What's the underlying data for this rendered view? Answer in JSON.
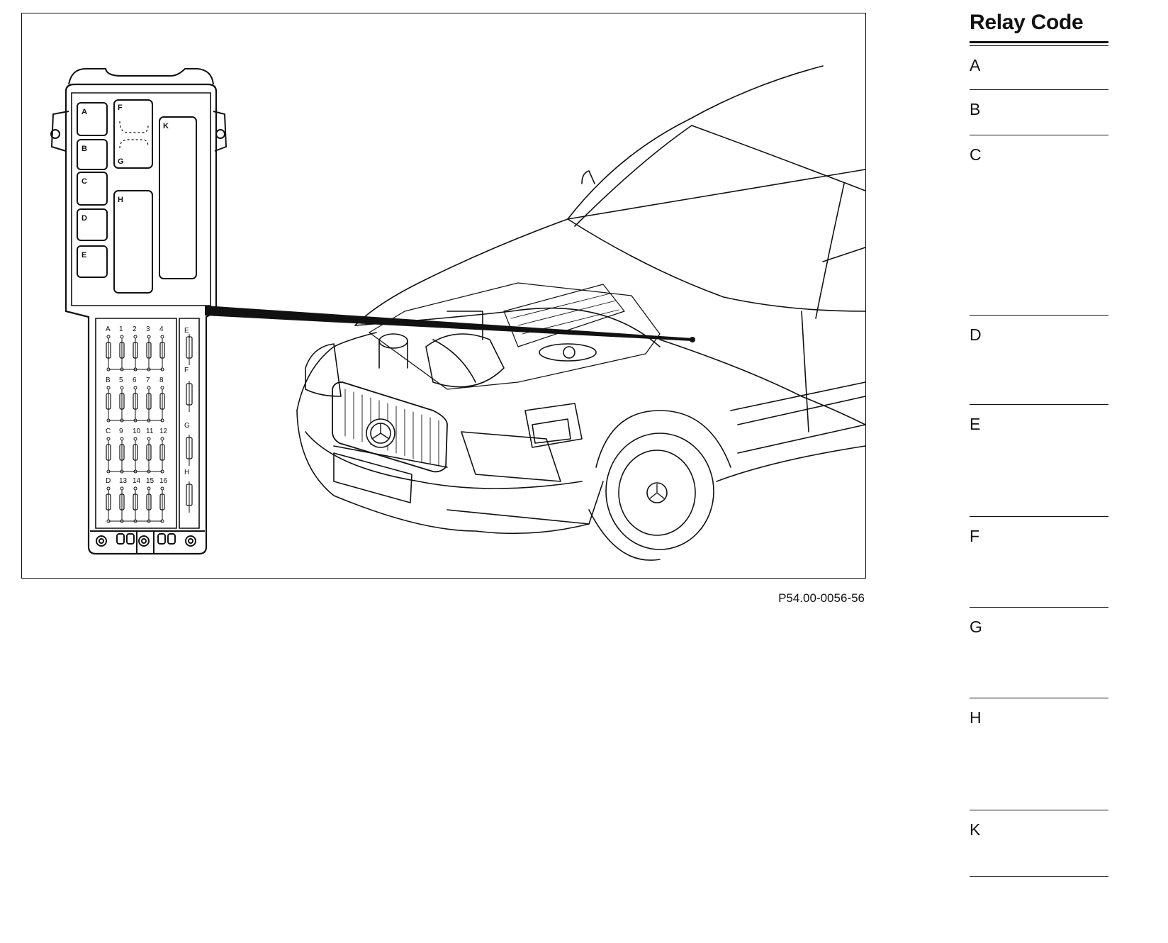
{
  "figure": {
    "caption_code": "P54.00-0056-56"
  },
  "fuse_box": {
    "relay_labels": [
      "A",
      "B",
      "C",
      "D",
      "E",
      "F",
      "G",
      "H",
      "K"
    ],
    "fuse_rows": [
      {
        "relay": "A",
        "fuses": [
          "1",
          "2",
          "3",
          "4"
        ]
      },
      {
        "relay": "B",
        "fuses": [
          "5",
          "6",
          "7",
          "8"
        ]
      },
      {
        "relay": "C",
        "fuses": [
          "9",
          "10",
          "11",
          "12"
        ]
      },
      {
        "relay": "D",
        "fuses": [
          "13",
          "14",
          "15",
          "16"
        ]
      }
    ],
    "side_labels": [
      "E",
      "F",
      "G",
      "H"
    ]
  },
  "relay_panel": {
    "title": "Relay Code",
    "rows": [
      {
        "code": "A"
      },
      {
        "code": "B"
      },
      {
        "code": "C"
      },
      {
        "code": "D"
      },
      {
        "code": "E"
      },
      {
        "code": "F"
      },
      {
        "code": "G"
      },
      {
        "code": "H"
      },
      {
        "code": "K"
      }
    ]
  }
}
